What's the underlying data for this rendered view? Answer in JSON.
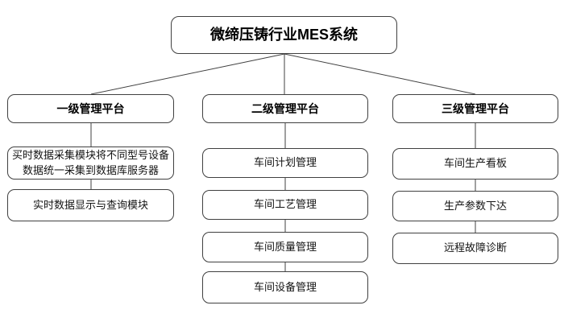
{
  "diagram": {
    "title": "微缔压铸行业MES系统",
    "columns": [
      {
        "header": "一级管理平台",
        "items": [
          "买时数据采集模块将不同型号设备数据统一采集到数据库服务器",
          "实时数据显示与查询模块"
        ]
      },
      {
        "header": "二级管理平台",
        "items": [
          "车间计划管理",
          "车间工艺管理",
          "车间质量管理",
          "车间设备管理"
        ]
      },
      {
        "header": "三级管理平台",
        "items": [
          "车间生产看板",
          "生产参数下达",
          "远程故障诊断"
        ]
      }
    ],
    "colors": {
      "background": "#ffffff",
      "node_border": "#404040",
      "connector_line": "#404040",
      "text": "#000000"
    }
  }
}
